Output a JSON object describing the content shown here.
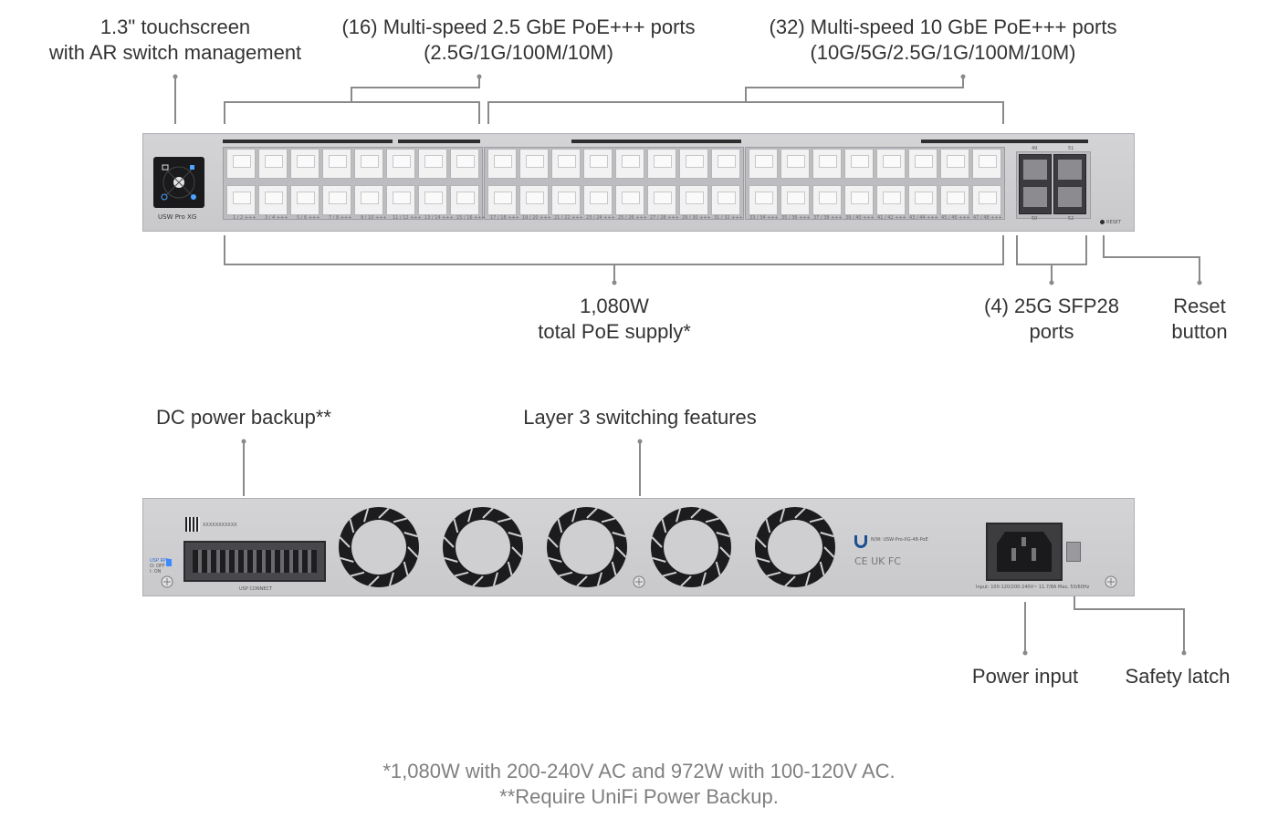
{
  "callouts": {
    "touchscreen": [
      "1.3\" touchscreen",
      "with AR switch management"
    ],
    "ports_2_5g": [
      "(16) Multi-speed 2.5 GbE PoE+++ ports",
      "(2.5G/1G/100M/10M)"
    ],
    "ports_10g": [
      "(32) Multi-speed 10 GbE PoE+++ ports",
      "(10G/5G/2.5G/1G/100M/10M)"
    ],
    "poe_supply": [
      "1,080W",
      "total PoE supply*"
    ],
    "sfp28": [
      "(4) 25G SFP28",
      "ports"
    ],
    "reset": [
      "Reset",
      "button"
    ],
    "dc_backup": "DC power backup**",
    "layer3": "Layer 3 switching features",
    "power_input": "Power input",
    "safety_latch": "Safety latch"
  },
  "device_labels": {
    "model_badge": "USW Pro XG",
    "reset_label": "RESET",
    "usp_connect": "USP CONNECT",
    "sfp_top": [
      "49",
      "51"
    ],
    "sfp_bottom": [
      "50",
      "52"
    ],
    "rear_model": "N/W: USW-Pro-XG-48-PoE",
    "rear_input": "Input: 100-120/200-240V~ 11.7/8A Max, 50/60Hz",
    "rear_cert": "CE UK FC",
    "qr_label": "XXXXXXXXXXX",
    "dc_switch": [
      "USP RPS",
      "O: OFF",
      "I: ON"
    ],
    "port_labels_group1": [
      "1 / 2",
      "3 / 4",
      "5 / 6",
      "7 / 8",
      "9 / 10",
      "11 / 12",
      "13 / 14",
      "15 / 16"
    ],
    "port_labels_group2": [
      "17 / 18",
      "19 / 20",
      "21 / 22",
      "23 / 24",
      "25 / 26",
      "27 / 28",
      "29 / 30",
      "31 / 32"
    ],
    "port_labels_group3": [
      "33 / 34",
      "35 / 36",
      "37 / 38",
      "39 / 40",
      "41 / 42",
      "43 / 44",
      "45 / 46",
      "47 / 48"
    ],
    "port_label_suffix": "+++"
  },
  "footnotes": [
    "*1,080W with 200-240V AC and 972W with 100-120V AC.",
    "**Require UniFi Power Backup."
  ],
  "colors": {
    "chassis": "#cfcfd2",
    "leader_line": "#8a8a8a",
    "text": "#333333",
    "footnote": "#808080",
    "fan_blade": "#1c1c1e",
    "reset_dot": "#2e2e30"
  }
}
